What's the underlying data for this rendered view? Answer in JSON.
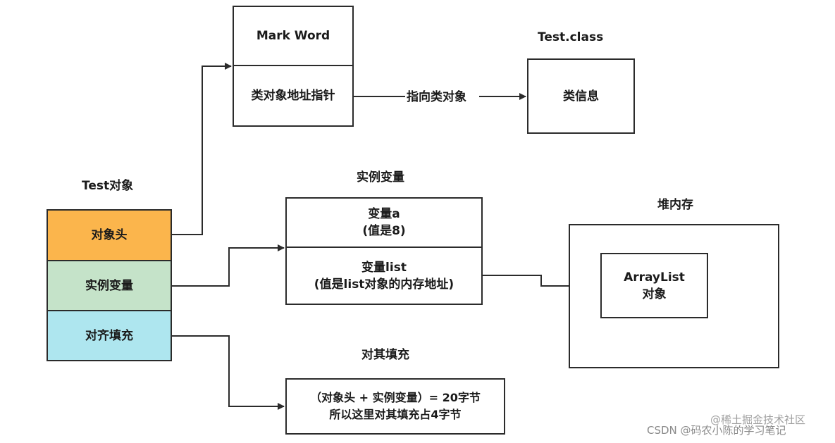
{
  "mark_word": {
    "title": "Mark Word",
    "pointer": "类对象地址指针"
  },
  "test_class": {
    "title": "Test.class",
    "content": "类信息"
  },
  "arrow_label": "指向类对象",
  "test_object": {
    "title": "Test对象",
    "header": "对象头",
    "instance_vars": "实例变量",
    "padding": "对齐填充",
    "colors": {
      "header": "#fbb54c",
      "instance_vars": "#c5e3c9",
      "padding": "#aee6ef"
    }
  },
  "instance_vars_box": {
    "title": "实例变量",
    "var_a": "变量a",
    "var_a_value": "(值是8)",
    "var_list": "变量list",
    "var_list_value": "(值是list对象的内存地址)"
  },
  "heap": {
    "title": "堆内存",
    "object_line1": "ArrayList",
    "object_line2": "对象"
  },
  "padding_box": {
    "title": "对其填充",
    "line1": "（对象头 + 实例变量）= 20字节",
    "line2": "所以这里对其填充占4字节"
  },
  "watermark": {
    "left": "CSDN @码农小陈的学习笔记",
    "right": "@稀土掘金技术社区"
  }
}
